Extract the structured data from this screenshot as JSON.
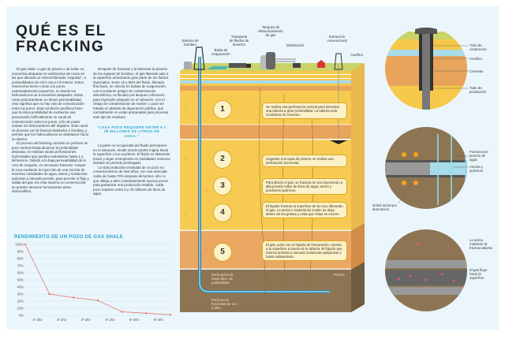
{
  "title": {
    "line1": "QUÉ ES EL",
    "line2": "FRACKING"
  },
  "article": {
    "col1": [
      "El gas shale -o gas de pizarra o de lutita- se encuentra atrapado en sedimentos de rocas en las que abunda un mineral llamado \"esquisto\", a profundidades de mil a cinco mil metros. Estos reservorios tienen rocas con poros extremadamente pequeños, en donde los hidrocarburos se encuentran atrapados. Estas rocas prácticamente no tienen permeabilidad, esto significa que no hay vías de comunicación entre los poros. Esta condición geofísica hace que la única posibilidad de extraerlos sea provocando artificialmente un canal de comunicación entre los poros, a fin de poder extraer los hidrocarburos allí alojados. Este canal se provoca con la fractura hidráulica o fracking, y permite que los hidrocarburos se desplacen hacia su interior.",
      "El proceso del fracking consiste en perforar un pozo vertical hasta alcanzar la profundidad deseada, se realizan varias perforaciones horizontales que pueden extenderse hasta 1.2 kilómetros. Debido a la baja permeabilidad de la roca de esquisto, es necesario fracturar -romper- la roca mediante la inyección de una mezcla de enormes cantidades de agua, arena y sustancias químicas a elevada presión, para permitir el flujo y salida del gas. De esta manera no convencional se pueden alcanzar formaciones antes inaccesibles."
    ],
    "col2a": "Después de fracturar y al disminuir la presión de los equipos de bombeo, el gas liberado sale a la superficie arrastrando gran parte de los fluidos inyectados. Entre 15 y 80% del fluido, llamado flow back, se colecta en balsas de evaporación, con el evidente peligro de contaminación atmosférica, es llevado por tanques colectores para inyectarlo después en el subsuelo -con el riesgo de contaminación de suelos- o para ser tratado en plantas de depuración pública, que normalmente no están preparadas para procesar este tipo de residuos.",
    "quote": "“CADA POZO REQUIERE ENTRE 9 Y 29 MILLONES DE LITROS DE AGUA.”",
    "col2b": [
      "La parte no recuperada del fluido permanece en el subsuelo, desde donde podría migrar hacia la superficie o los acuíferos. El fluido es altamente tóxico y sigue emergiendo en cantidades menores durante un período prolongado.",
      "La vida productiva estimada de un pozo no convencional es de seis años, con una marcada caída de hasta 70% después del primer año, lo que obliga a abrir constantemente nuevos pozos para garantizar una producción estable. Cada pozo requiere entre 9 y 29 millones de litros de agua."
    ]
  },
  "chart_data": {
    "type": "line",
    "title": "RENDIMIENTO DE UN POZO DE GAS SHALE",
    "x": [
      0,
      1,
      2,
      3,
      4,
      5,
      6
    ],
    "values": [
      100,
      30,
      25,
      21,
      5,
      3,
      1
    ],
    "categories": [
      "1º año",
      "2º año",
      "3º año",
      "4º año",
      "5º año",
      "6º año"
    ],
    "yticks": [
      "0%",
      "10%",
      "20%",
      "30%",
      "40%",
      "50%",
      "60%",
      "70%",
      "80%",
      "90%",
      "100%"
    ],
    "ylim": [
      0,
      100
    ],
    "ylabel": "",
    "xlabel": "",
    "grid": true,
    "color": "#e8736b"
  },
  "diagram": {
    "surface_labels": [
      "Sistema de bombeo",
      "Balsa de evaporación",
      "Transporte de fluidos de desecho",
      "Tanques de almacenamiento de gas",
      "Distribución",
      "Extracción convencional",
      "Acuífero"
    ],
    "steps": [
      {
        "n": "1",
        "text": "Se realiza una perforación vertical para introducir una tubería a gran profundidad. La tubería está recubierta de cemento."
      },
      {
        "n": "2",
        "text": "Llegando a la capa de pizarra, se realiza una perforación horizontal."
      },
      {
        "n": "3",
        "text": "Para liberar el gas, se fractura la roca inyectando a alta presión miles de litros de agua, arena y productos químicos."
      },
      {
        "n": "4",
        "text": "El líquido fractura la superficie de la roca, liberando el gas. La arena o material de sostén se aloja dentro de las grietas y evita que éstas se cierren."
      },
      {
        "n": "5",
        "text": "El gas, junto con el líquido de fracturación, retorna a la superficie a través de la tubería. El líquido que retorna arrastra a menudo sustancias peligrosas y hasta radioactivas."
      }
    ],
    "pizarra": "Pizarra",
    "vertical_depth": "Perforación de hasta 5km. de profundidad",
    "horizontal_len": "Perforación horizontal de 1.5 a 3km."
  },
  "details": {
    "c1": [
      "Tubo de conducción",
      "Acuífero",
      "Cemento",
      "Tubo de producción"
    ],
    "c2": [
      "Fractura por presión de agua",
      "Arenas y químicos",
      "Grieta inicial por detonación"
    ],
    "c3": [
      "La arena mantiene la fractura abierta",
      "El gas fluye hacia la superficie"
    ]
  }
}
